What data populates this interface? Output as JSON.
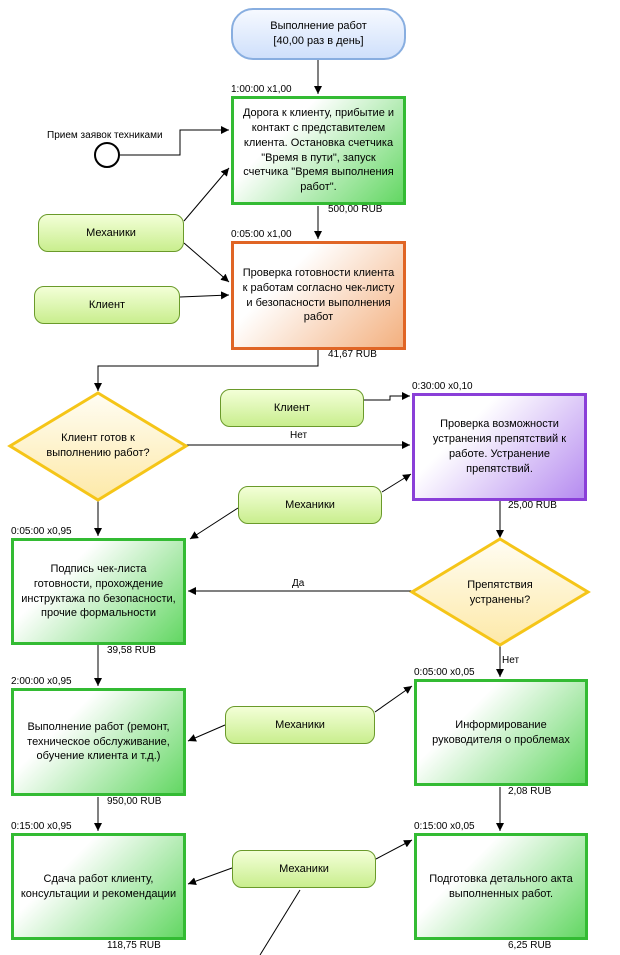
{
  "start": {
    "label": "Выполнение работ\n[40,00 раз в день]"
  },
  "event": {
    "label": "Прием заявок техниками"
  },
  "tasks": {
    "road": {
      "label": "Дорога к клиенту, прибытие и контакт с представителем клиента. Остановка счетчика \"Время в пути\", запуск счетчика \"Время выполнения работ\".",
      "time": "1:00:00 x1,00",
      "cost": "500,00 RUB"
    },
    "check": {
      "label": "Проверка готовности клиента к работам согласно чек-листу и безопасности выполнения работ",
      "time": "0:05:00 x1,00",
      "cost": "41,67 RUB"
    },
    "verify": {
      "label": "Проверка возможности устранения препятствий к работе. Устранение препятствий.",
      "time": "0:30:00 x0,10",
      "cost": "25,00 RUB"
    },
    "sign": {
      "label": "Подпись чек-листа готовности, прохождение инструктажа по безопасности, прочие формальности",
      "time": "0:05:00 x0,95",
      "cost": "39,58 RUB"
    },
    "work": {
      "label": "Выполнение работ (ремонт, техническое обслуживание, обучение клиента и т.д.)",
      "time": "2:00:00 x0,95",
      "cost": "950,00 RUB"
    },
    "inform": {
      "label": "Информирование руководителя о проблемах",
      "time": "0:05:00 x0,05",
      "cost": "2,08 RUB"
    },
    "handover": {
      "label": "Сдача работ клиенту, консультации и рекомендации",
      "time": "0:15:00 x0,95",
      "cost": "118,75 RUB"
    },
    "report": {
      "label": "Подготовка детального акта выполненных работ.",
      "time": "0:15:00 x0,05",
      "cost": "6,25 RUB"
    }
  },
  "resources": {
    "mech1": "Механики",
    "client1": "Клиент",
    "client2": "Клиент",
    "mech2": "Механики",
    "mech3": "Механики",
    "mech4": "Механики"
  },
  "decisions": {
    "ready": "Клиент готов к выполнению работ?",
    "fixed": "Препятствия устранены?"
  },
  "edges": {
    "no1": "Нет",
    "yes": "Да",
    "no2": "Нет"
  },
  "colors": {
    "green": "#33bb33",
    "orange": "#e06525",
    "purple": "#8a3fd8",
    "decision": "#f5c518",
    "resource": "#c9ee8e",
    "start": "#88aee0"
  }
}
